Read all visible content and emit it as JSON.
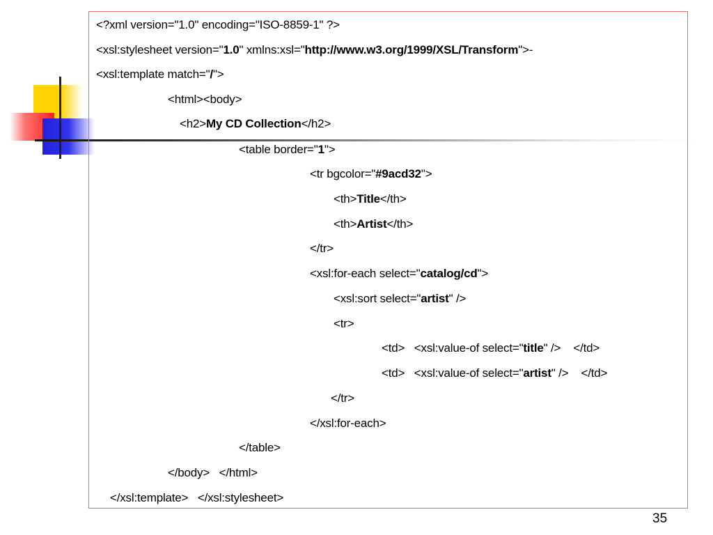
{
  "slide": {
    "page_number": "35",
    "code_lines": [
      {
        "id": "xml-decl",
        "parts": [
          {
            "t": "<?xml version=\"1.0\" encoding=\"ISO-8859-1\" ?>",
            "b": false
          }
        ]
      },
      {
        "id": "stylesheet-open",
        "parts": [
          {
            "t": "<xsl:stylesheet version=\"",
            "b": false
          },
          {
            "t": "1.0",
            "b": true
          },
          {
            "t": "\" xmlns:xsl=\"",
            "b": false
          },
          {
            "t": "http://www.w3.org/1999/XSL/Transform",
            "b": true
          },
          {
            "t": "\">-",
            "b": false
          }
        ]
      },
      {
        "id": "template-open",
        "parts": [
          {
            "t": "<xsl:template match=\"",
            "b": false
          },
          {
            "t": "/",
            "b": true
          },
          {
            "t": "\">",
            "b": false
          }
        ]
      },
      {
        "id": "html-body-open",
        "parts": [
          {
            "t": "<html><body>",
            "b": false
          }
        ]
      },
      {
        "id": "h2",
        "parts": [
          {
            "t": "<h2>",
            "b": false
          },
          {
            "t": "My CD Collection",
            "b": true
          },
          {
            "t": "</h2>",
            "b": false
          }
        ]
      },
      {
        "id": "table-open",
        "parts": [
          {
            "t": "<table border=\"",
            "b": false
          },
          {
            "t": "1",
            "b": true
          },
          {
            "t": "\">",
            "b": false
          }
        ]
      },
      {
        "id": "tr-open",
        "parts": [
          {
            "t": "<tr bgcolor=\"",
            "b": false
          },
          {
            "t": "#9acd32",
            "b": true
          },
          {
            "t": "\">",
            "b": false
          }
        ]
      },
      {
        "id": "th-title",
        "parts": [
          {
            "t": "<th>",
            "b": false
          },
          {
            "t": "Title",
            "b": true
          },
          {
            "t": "</th>",
            "b": false
          }
        ]
      },
      {
        "id": "th-artist",
        "parts": [
          {
            "t": "<th>",
            "b": false
          },
          {
            "t": "Artist",
            "b": true
          },
          {
            "t": "</th>",
            "b": false
          }
        ]
      },
      {
        "id": "tr-close",
        "parts": [
          {
            "t": "</tr>",
            "b": false
          }
        ]
      },
      {
        "id": "for-each",
        "parts": [
          {
            "t": "<xsl:for-each select=\"",
            "b": false
          },
          {
            "t": "catalog/cd",
            "b": true
          },
          {
            "t": "\">",
            "b": false
          }
        ]
      },
      {
        "id": "sort",
        "parts": [
          {
            "t": "<xsl:sort select=\"",
            "b": false
          },
          {
            "t": "artist",
            "b": true
          },
          {
            "t": "\" />",
            "b": false
          }
        ]
      },
      {
        "id": "tr-open-2",
        "parts": [
          {
            "t": "<tr>",
            "b": false
          }
        ]
      },
      {
        "id": "td-title",
        "parts": [
          {
            "t": "<td>   <xsl:value-of select=\"",
            "b": false
          },
          {
            "t": "title",
            "b": true
          },
          {
            "t": "\" />    </td>",
            "b": false
          }
        ]
      },
      {
        "id": "td-artist",
        "parts": [
          {
            "t": "<td>   <xsl:value-of select=\"",
            "b": false
          },
          {
            "t": "artist",
            "b": true
          },
          {
            "t": "\" />    </td>",
            "b": false
          }
        ]
      },
      {
        "id": "tr-close-2",
        "parts": [
          {
            "t": "</tr>",
            "b": false
          }
        ]
      },
      {
        "id": "for-each-close",
        "parts": [
          {
            "t": "</xsl:for-each>",
            "b": false
          }
        ]
      },
      {
        "id": "table-close",
        "parts": [
          {
            "t": "</table>",
            "b": false
          }
        ]
      },
      {
        "id": "body-html-close",
        "parts": [
          {
            "t": "</body>   </html>",
            "b": false
          }
        ]
      },
      {
        "id": "template-stylesheet-close",
        "parts": [
          {
            "t": "</xsl:template>   </xsl:stylesheet>",
            "b": false
          }
        ]
      }
    ]
  }
}
